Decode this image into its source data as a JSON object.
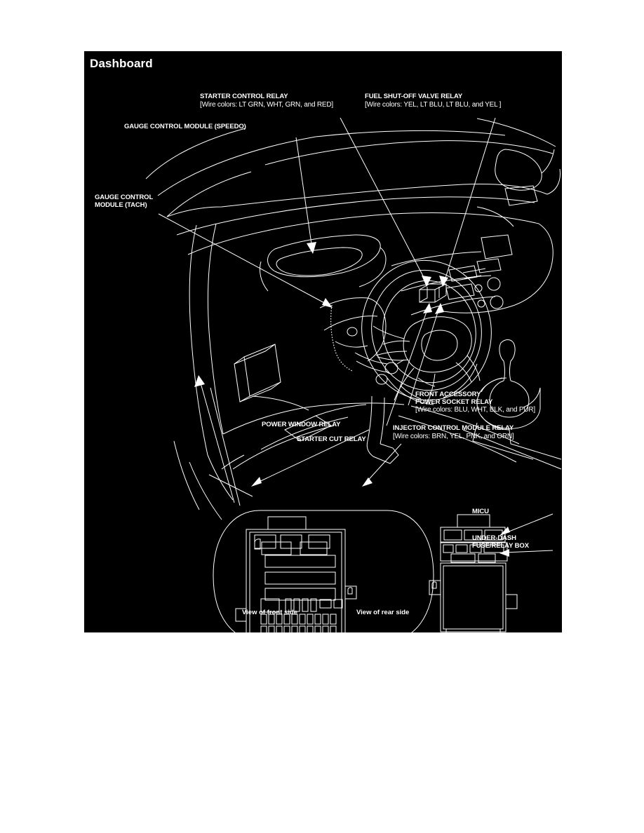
{
  "document": {
    "background_color": "#ffffff",
    "panel_color": "#000000",
    "line_color": "#ffffff"
  },
  "figure": {
    "title": "Dashboard",
    "callouts": [
      {
        "id": "starter-control-relay",
        "title": "STARTER CONTROL RELAY",
        "subtitle": "[Wire colors: LT GRN, WHT, GRN, and RED]"
      },
      {
        "id": "fuel-shut-off-valve-relay",
        "title": "FUEL SHUT-OFF VALVE RELAY",
        "subtitle": "[Wire colors: YEL, LT BLU, LT BLU, and YEL ]"
      },
      {
        "id": "gauge-control-module-speedo",
        "title": "GAUGE CONTROL MODULE (SPEEDO)",
        "subtitle": ""
      },
      {
        "id": "gauge-control-module-tach",
        "title_line1": "GAUGE CONTROL",
        "title_line2": "MODULE (TACH)",
        "subtitle": ""
      },
      {
        "id": "front-accessory-power-socket-relay",
        "title_line1": "FRONT ACCESSORY",
        "title_line2": "POWER SOCKET RELAY",
        "subtitle": "[Wire colors: BLU, WHT, BLK, and PUR]"
      },
      {
        "id": "injector-control-module-relay",
        "title": "INJECTOR CONTROL MODULE RELAY",
        "subtitle": "[Wire colors: BRN, YEL, PNK, and ORN]"
      },
      {
        "id": "power-window-relay",
        "title": "POWER WINDOW RELAY",
        "subtitle": ""
      },
      {
        "id": "starter-cut-relay",
        "title": "STARTER CUT RELAY",
        "subtitle": ""
      },
      {
        "id": "micu",
        "title": "MICU",
        "subtitle": ""
      },
      {
        "id": "under-dash-fuse-relay-box",
        "title_line1": "UNDER-DASH",
        "title_line2": "FUSE/RELAY BOX",
        "subtitle": ""
      }
    ],
    "view_captions": [
      {
        "id": "view-front",
        "text": "View of front side"
      },
      {
        "id": "view-rear",
        "text": "View of rear side"
      }
    ]
  }
}
